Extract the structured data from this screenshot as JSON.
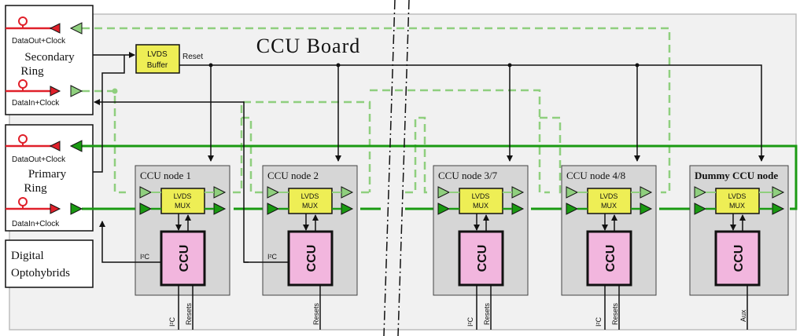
{
  "board": {
    "title": "CCU Board"
  },
  "rings": {
    "secondary": {
      "label_line1": "Secondary",
      "label_line2": "Ring",
      "out_label": "DataOut+Clock",
      "in_label": "DataIn+Clock"
    },
    "primary": {
      "label_line1": "Primary",
      "label_line2": "Ring",
      "out_label": "DataOut+Clock",
      "in_label": "DataIn+Clock"
    }
  },
  "optohybrids": {
    "label_line1": "Digital",
    "label_line2": "Optohybrids"
  },
  "lvds_buffer": {
    "line1": "LVDS",
    "line2": "Buffer",
    "reset_label": "Reset"
  },
  "nodes": [
    {
      "title": "CCU node 1",
      "mux_line1": "LVDS",
      "mux_line2": "MUX",
      "ccu": "CCU",
      "i2c": "I²C",
      "bus1": "I²C",
      "bus2": "Resets"
    },
    {
      "title": "CCU node 2",
      "mux_line1": "LVDS",
      "mux_line2": "MUX",
      "ccu": "CCU",
      "i2c": "I²C",
      "bus1": "",
      "bus2": "Resets"
    },
    {
      "title": "CCU node 3/7",
      "mux_line1": "LVDS",
      "mux_line2": "MUX",
      "ccu": "CCU",
      "i2c": "",
      "bus1": "I²C",
      "bus2": "Resets"
    },
    {
      "title": "CCU node 4/8",
      "mux_line1": "LVDS",
      "mux_line2": "MUX",
      "ccu": "CCU",
      "i2c": "",
      "bus1": "I²C",
      "bus2": "Resets"
    },
    {
      "title": "Dummy CCU node",
      "mux_line1": "LVDS",
      "mux_line2": "MUX",
      "ccu": "CCU",
      "i2c": "",
      "bus1": "",
      "bus2": "Aux"
    }
  ],
  "colors": {
    "primary_line": "#1a9a12",
    "secondary_line": "#8fcf7e",
    "red_line": "#e0202a",
    "board_fill": "#f1f1f1",
    "node_fill": "#d6d6d6",
    "mux_fill": "#eeee55",
    "ccu_fill": "#f2b6de"
  }
}
